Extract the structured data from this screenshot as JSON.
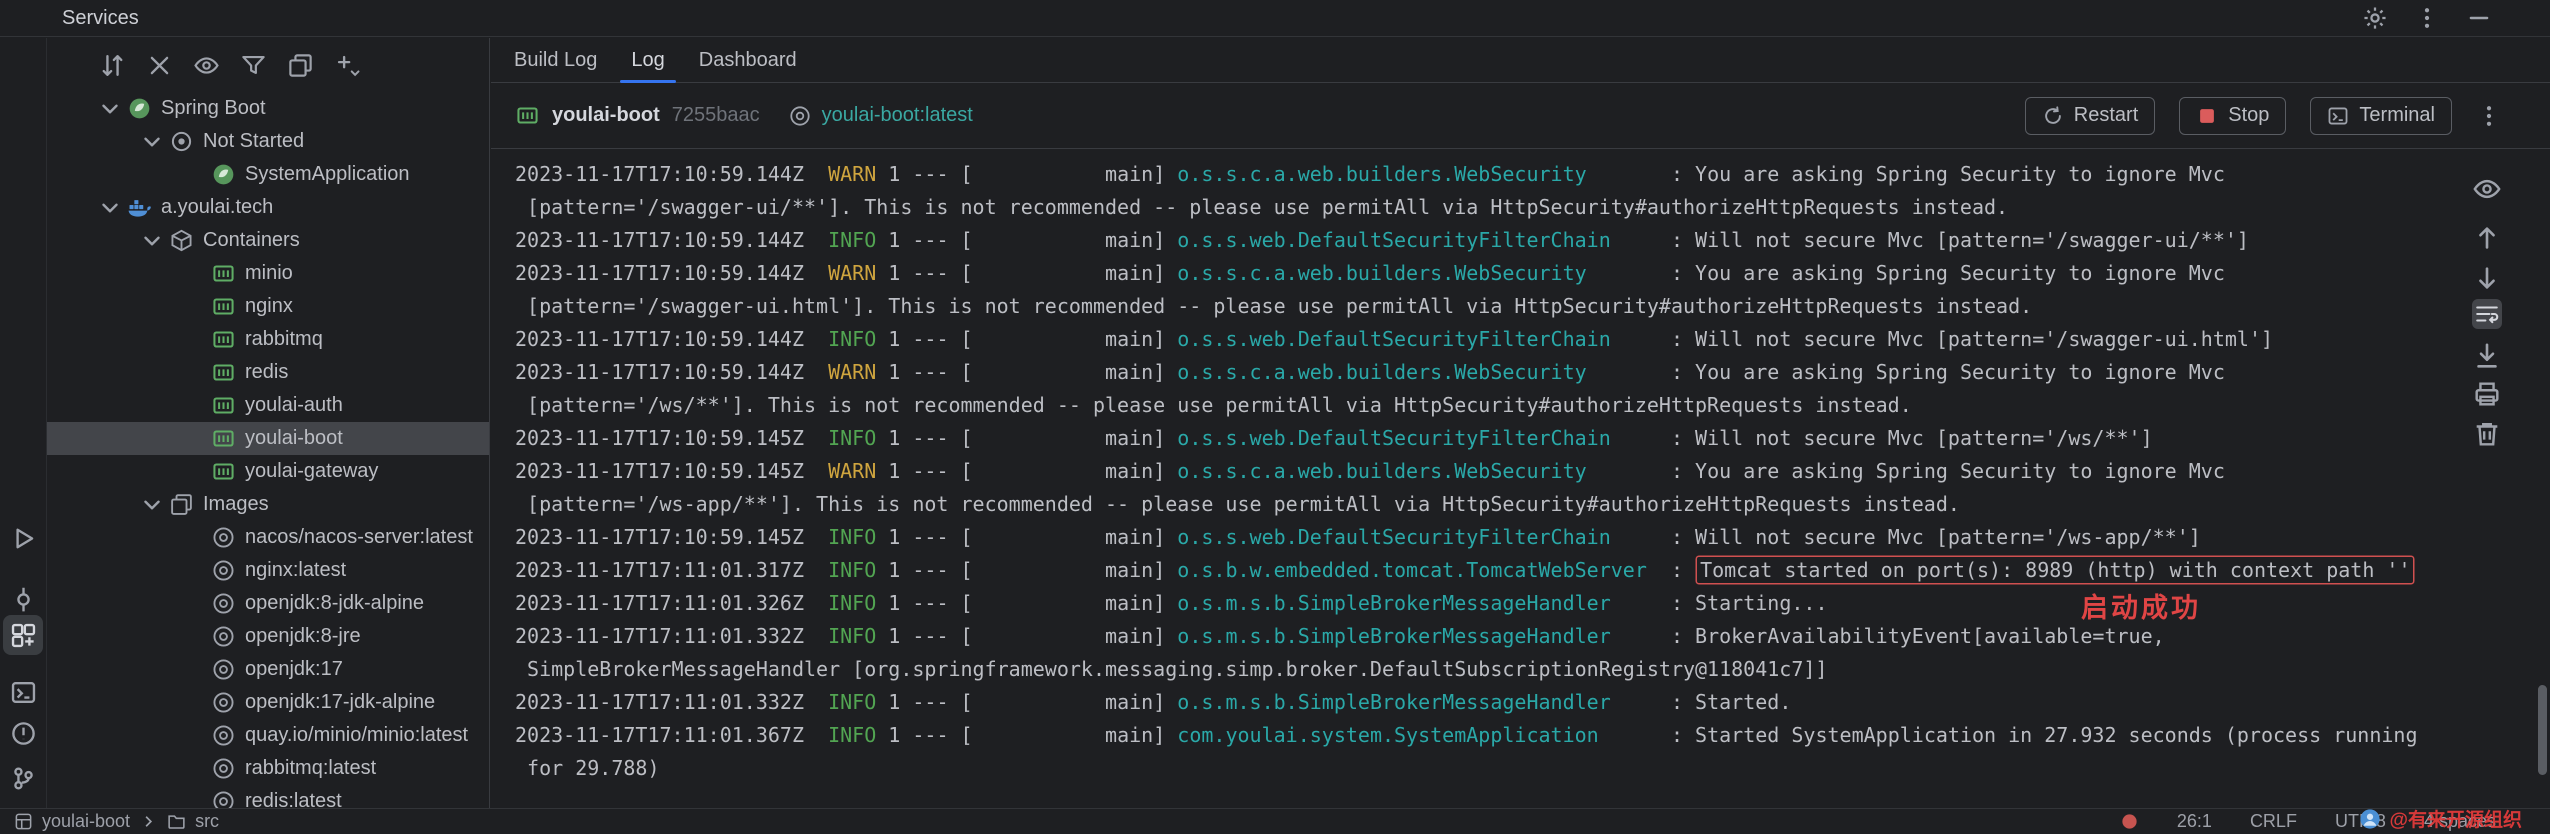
{
  "header": {
    "title": "Services"
  },
  "tabs": {
    "build_log": "Build Log",
    "log": "Log",
    "dashboard": "Dashboard"
  },
  "run_header": {
    "container_name": "youlai-boot",
    "container_id": "7255baac",
    "image_name": "youlai-boot:latest",
    "restart_label": "Restart",
    "stop_label": "Stop",
    "terminal_label": "Terminal"
  },
  "tree": {
    "items": [
      {
        "label": "Spring Boot",
        "depth": 0,
        "chevron": true,
        "icon": "spring-boot",
        "selected": false
      },
      {
        "label": "Not Started",
        "depth": 1,
        "chevron": true,
        "icon": "not-started",
        "selected": false
      },
      {
        "label": "SystemApplication",
        "depth": 2,
        "chevron": false,
        "icon": "spring-app",
        "selected": false
      },
      {
        "label": "a.youlai.tech",
        "depth": 0,
        "chevron": true,
        "icon": "docker",
        "selected": false
      },
      {
        "label": "Containers",
        "depth": 1,
        "chevron": true,
        "icon": "containers",
        "selected": false
      },
      {
        "label": "minio",
        "depth": 2,
        "chevron": false,
        "icon": "container",
        "selected": false
      },
      {
        "label": "nginx",
        "depth": 2,
        "chevron": false,
        "icon": "container",
        "selected": false
      },
      {
        "label": "rabbitmq",
        "depth": 2,
        "chevron": false,
        "icon": "container",
        "selected": false
      },
      {
        "label": "redis",
        "depth": 2,
        "chevron": false,
        "icon": "container",
        "selected": false
      },
      {
        "label": "youlai-auth",
        "depth": 2,
        "chevron": false,
        "icon": "container",
        "selected": false
      },
      {
        "label": "youlai-boot",
        "depth": 2,
        "chevron": false,
        "icon": "container",
        "selected": true
      },
      {
        "label": "youlai-gateway",
        "depth": 2,
        "chevron": false,
        "icon": "container",
        "selected": false
      },
      {
        "label": "Images",
        "depth": 1,
        "chevron": true,
        "icon": "images",
        "selected": false
      },
      {
        "label": "nacos/nacos-server:latest",
        "depth": 2,
        "chevron": false,
        "icon": "image",
        "selected": false
      },
      {
        "label": "nginx:latest",
        "depth": 2,
        "chevron": false,
        "icon": "image",
        "selected": false
      },
      {
        "label": "openjdk:8-jdk-alpine",
        "depth": 2,
        "chevron": false,
        "icon": "image",
        "selected": false
      },
      {
        "label": "openjdk:8-jre",
        "depth": 2,
        "chevron": false,
        "icon": "image",
        "selected": false
      },
      {
        "label": "openjdk:17",
        "depth": 2,
        "chevron": false,
        "icon": "image",
        "selected": false
      },
      {
        "label": "openjdk:17-jdk-alpine",
        "depth": 2,
        "chevron": false,
        "icon": "image",
        "selected": false
      },
      {
        "label": "quay.io/minio/minio:latest",
        "depth": 2,
        "chevron": false,
        "icon": "image",
        "selected": false
      },
      {
        "label": "rabbitmq:latest",
        "depth": 2,
        "chevron": false,
        "icon": "image",
        "selected": false
      },
      {
        "label": "redis:latest",
        "depth": 2,
        "chevron": false,
        "icon": "image",
        "selected": false
      }
    ]
  },
  "log": {
    "lines": [
      [
        [
          "d",
          "2023-11-17T17:10:59.144Z  "
        ],
        [
          "w",
          "WARN"
        ],
        [
          "d",
          " 1 --- [           main] "
        ],
        [
          "l",
          "o.s.s.c.a.web.builders.WebSecurity"
        ],
        [
          "d",
          "       : You are asking Spring Security to ignore Mvc"
        ]
      ],
      [
        [
          "d",
          " [pattern='/swagger-ui/**']. This is not recommended -- please use permitAll via HttpSecurity#authorizeHttpRequests instead."
        ]
      ],
      [
        [
          "d",
          "2023-11-17T17:10:59.144Z  "
        ],
        [
          "i",
          "INFO"
        ],
        [
          "d",
          " 1 --- [           main] "
        ],
        [
          "l",
          "o.s.s.web.DefaultSecurityFilterChain"
        ],
        [
          "d",
          "     : Will not secure Mvc [pattern='/swagger-ui/**']"
        ]
      ],
      [
        [
          "d",
          "2023-11-17T17:10:59.144Z  "
        ],
        [
          "w",
          "WARN"
        ],
        [
          "d",
          " 1 --- [           main] "
        ],
        [
          "l",
          "o.s.s.c.a.web.builders.WebSecurity"
        ],
        [
          "d",
          "       : You are asking Spring Security to ignore Mvc"
        ]
      ],
      [
        [
          "d",
          " [pattern='/swagger-ui.html']. This is not recommended -- please use permitAll via HttpSecurity#authorizeHttpRequests instead."
        ]
      ],
      [
        [
          "d",
          "2023-11-17T17:10:59.144Z  "
        ],
        [
          "i",
          "INFO"
        ],
        [
          "d",
          " 1 --- [           main] "
        ],
        [
          "l",
          "o.s.s.web.DefaultSecurityFilterChain"
        ],
        [
          "d",
          "     : Will not secure Mvc [pattern='/swagger-ui.html']"
        ]
      ],
      [
        [
          "d",
          "2023-11-17T17:10:59.144Z  "
        ],
        [
          "w",
          "WARN"
        ],
        [
          "d",
          " 1 --- [           main] "
        ],
        [
          "l",
          "o.s.s.c.a.web.builders.WebSecurity"
        ],
        [
          "d",
          "       : You are asking Spring Security to ignore Mvc"
        ]
      ],
      [
        [
          "d",
          " [pattern='/ws/**']. This is not recommended -- please use permitAll via HttpSecurity#authorizeHttpRequests instead."
        ]
      ],
      [
        [
          "d",
          "2023-11-17T17:10:59.145Z  "
        ],
        [
          "i",
          "INFO"
        ],
        [
          "d",
          " 1 --- [           main] "
        ],
        [
          "l",
          "o.s.s.web.DefaultSecurityFilterChain"
        ],
        [
          "d",
          "     : Will not secure Mvc [pattern='/ws/**']"
        ]
      ],
      [
        [
          "d",
          "2023-11-17T17:10:59.145Z  "
        ],
        [
          "w",
          "WARN"
        ],
        [
          "d",
          " 1 --- [           main] "
        ],
        [
          "l",
          "o.s.s.c.a.web.builders.WebSecurity"
        ],
        [
          "d",
          "       : You are asking Spring Security to ignore Mvc"
        ]
      ],
      [
        [
          "d",
          " [pattern='/ws-app/**']. This is not recommended -- please use permitAll via HttpSecurity#authorizeHttpRequests instead."
        ]
      ],
      [
        [
          "d",
          "2023-11-17T17:10:59.145Z  "
        ],
        [
          "i",
          "INFO"
        ],
        [
          "d",
          " 1 --- [           main] "
        ],
        [
          "l",
          "o.s.s.web.DefaultSecurityFilterChain"
        ],
        [
          "d",
          "     : Will not secure Mvc [pattern='/ws-app/**']"
        ]
      ],
      [
        [
          "d",
          "2023-11-17T17:11:01.317Z  "
        ],
        [
          "i",
          "INFO"
        ],
        [
          "d",
          " 1 --- [           main] "
        ],
        [
          "l",
          "o.s.b.w.embedded.tomcat.TomcatWebServer"
        ],
        [
          "d",
          "  : "
        ],
        [
          "box",
          "Tomcat started on port(s): 8989 (http) with context path ''"
        ]
      ],
      [
        [
          "d",
          "2023-11-17T17:11:01.326Z  "
        ],
        [
          "i",
          "INFO"
        ],
        [
          "d",
          " 1 --- [           main] "
        ],
        [
          "l",
          "o.s.m.s.b.SimpleBrokerMessageHandler"
        ],
        [
          "d",
          "     : Starting..."
        ]
      ],
      [
        [
          "d",
          "2023-11-17T17:11:01.332Z  "
        ],
        [
          "i",
          "INFO"
        ],
        [
          "d",
          " 1 --- [           main] "
        ],
        [
          "l",
          "o.s.m.s.b.SimpleBrokerMessageHandler"
        ],
        [
          "d",
          "     : BrokerAvailabilityEvent[available=true,"
        ]
      ],
      [
        [
          "d",
          " SimpleBrokerMessageHandler [org.springframework.messaging.simp.broker.DefaultSubscriptionRegistry@118041c7]]"
        ]
      ],
      [
        [
          "d",
          "2023-11-17T17:11:01.332Z  "
        ],
        [
          "i",
          "INFO"
        ],
        [
          "d",
          " 1 --- [           main] "
        ],
        [
          "l",
          "o.s.m.s.b.SimpleBrokerMessageHandler"
        ],
        [
          "d",
          "     : Started."
        ]
      ],
      [
        [
          "d",
          "2023-11-17T17:11:01.367Z  "
        ],
        [
          "i",
          "INFO"
        ],
        [
          "d",
          " 1 --- [           main] "
        ],
        [
          "l",
          "com.youlai.system.SystemApplication"
        ],
        [
          "d",
          "      : Started SystemApplication in 27.932 seconds (process running"
        ]
      ],
      [
        [
          "d",
          " for 29.788)"
        ]
      ]
    ]
  },
  "annotation": {
    "success_text": "启动成功"
  },
  "status_bar": {
    "project": "youlai-boot",
    "path": "src",
    "caret": "26:1",
    "line_ending": "CRLF",
    "encoding": "UTF-8",
    "indent": "4 spaces",
    "watermark": "@有来开源组织"
  },
  "colors": {
    "accent_blue": "#3574f0",
    "warn_yellow": "#cfa53f",
    "info_green": "#52a552",
    "logger_teal": "#2aa8a8",
    "highlight_red": "#d05050",
    "selection_bg": "#43454a",
    "container_green": "#5fad65"
  }
}
